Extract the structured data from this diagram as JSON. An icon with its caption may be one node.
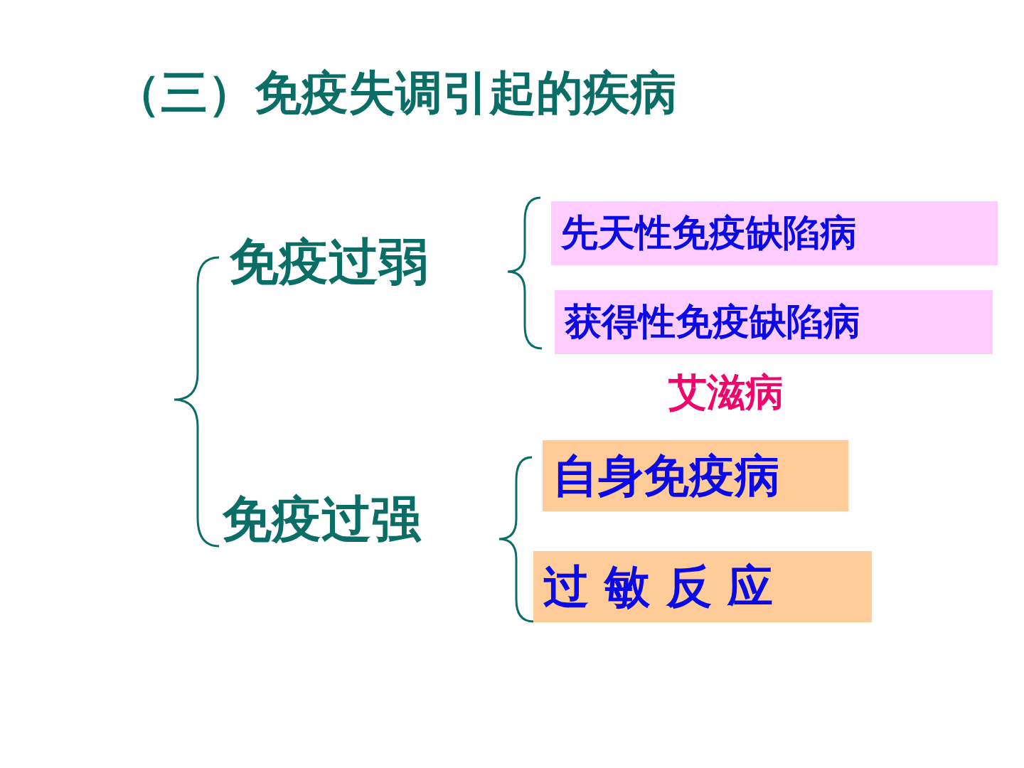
{
  "diagram": {
    "title": "（三）免疫失调引起的疾病",
    "nodes": [
      {
        "text": [
          "先天性免疫缺陷病"
        ]
      },
      {
        "text": [
          "获得性免疫缺陷病"
        ]
      },
      {
        "text": [
          "自身免疫病"
        ]
      },
      {
        "text": [
          "过 敏 反 应"
        ]
      }
    ],
    "labels": [
      "免疫过弱",
      "免疫过强",
      "艾滋病"
    ]
  }
}
